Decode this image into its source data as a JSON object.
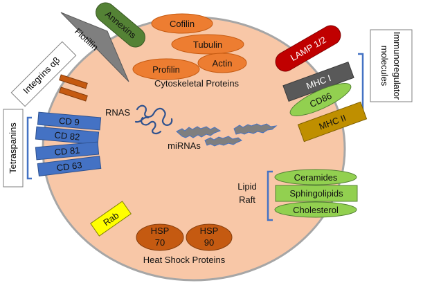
{
  "proteins": {
    "cofilin": "Cofilin",
    "tubulin": "Tubulin",
    "actin": "Actin",
    "profilin": "Profilin",
    "cytoskeletal": "Cytoskeletal Proteins",
    "annexins": "Annexins",
    "flotillin": "Flotillin",
    "lamp": "LAMP 1/2",
    "rab": "Rab",
    "hsp70_a": "HSP",
    "hsp70_b": "70",
    "hsp90_a": "HSP",
    "hsp90_b": "90",
    "heat_shock": "Heat Shock Proteins"
  },
  "nucleic": {
    "rnas": "RNAS",
    "mirnas": "miRNAs"
  },
  "integrins": {
    "label": "Integrins αβ"
  },
  "tetraspanins": {
    "label": "Tetraspanins",
    "items": [
      "CD 9",
      "CD 82",
      "CD 81",
      "CD 63"
    ]
  },
  "immuno": {
    "label_line1": "Immunoregulator",
    "label_line2": "molecules",
    "mhc1": "MHC I",
    "cd86": "CD86",
    "mhc2": "MHC II"
  },
  "lipid": {
    "label_line1": "Lipid",
    "label_line2": "Raft",
    "ceramides": "Ceramides",
    "sphingolipids": "Sphingolipids",
    "cholesterol": "Cholesterol"
  },
  "colors": {
    "cell_fill": "#f8c7a7",
    "orange": "#ed7d31",
    "brown": "#c55a11",
    "blue": "#4472c4",
    "green": "#70ad47",
    "light_green": "#92d050",
    "gray": "#7f7f7f",
    "dark_gray": "#595959",
    "red": "#c00000",
    "gold": "#bf8f00",
    "yellow": "#ffff00",
    "dark_green": "#548235"
  }
}
